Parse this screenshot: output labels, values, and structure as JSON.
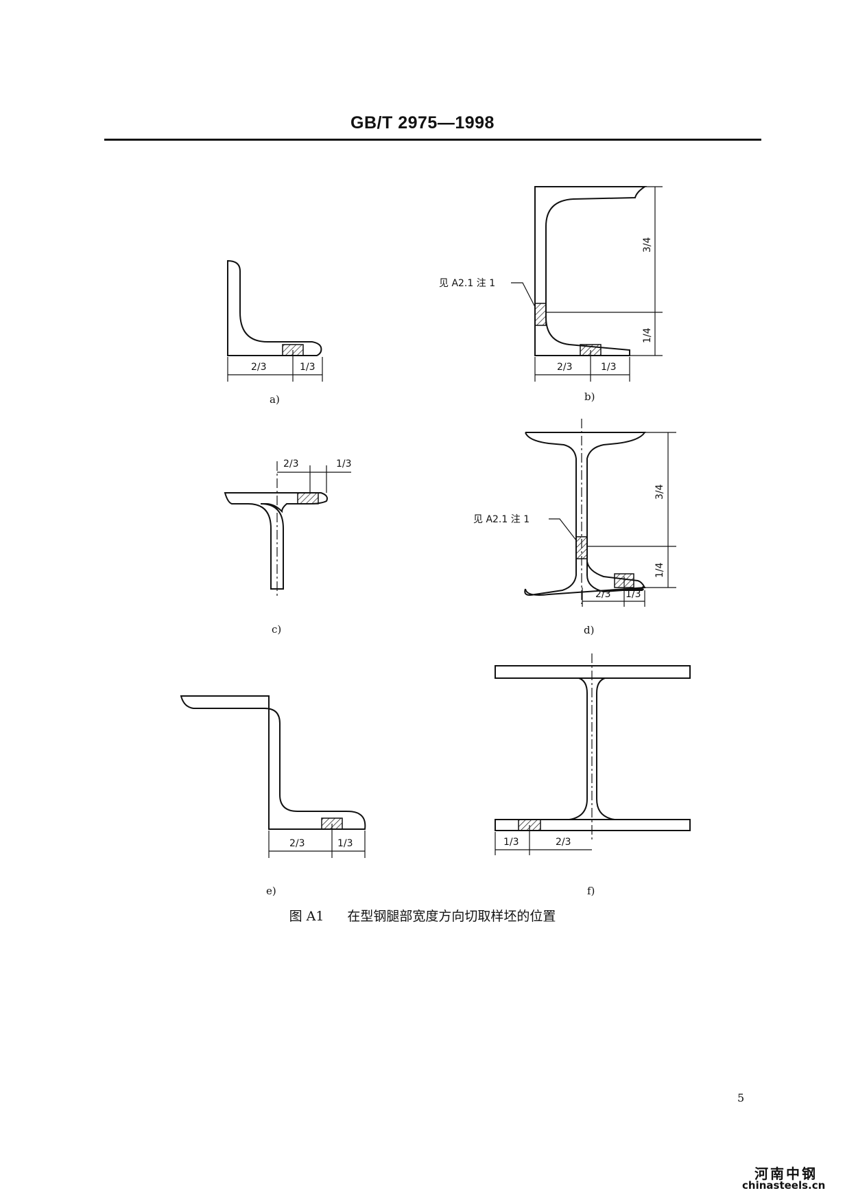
{
  "header": {
    "standard_code": "GB/T 2975—1998"
  },
  "dims": {
    "two_thirds": "2/3",
    "one_third": "1/3",
    "three_quarters": "3/4",
    "one_quarter": "1/4"
  },
  "note_ref": "见 A2.1 注 1",
  "subfigures": {
    "a": "a)",
    "b": "b)",
    "c": "c)",
    "d": "d)",
    "e": "e)",
    "f": "f)"
  },
  "caption": {
    "number": "图 A1",
    "text": "在型钢腿部宽度方向切取样坯的位置"
  },
  "page_number": "5",
  "watermark": {
    "name": "河南中钢",
    "url": "chinasteels.cn"
  }
}
